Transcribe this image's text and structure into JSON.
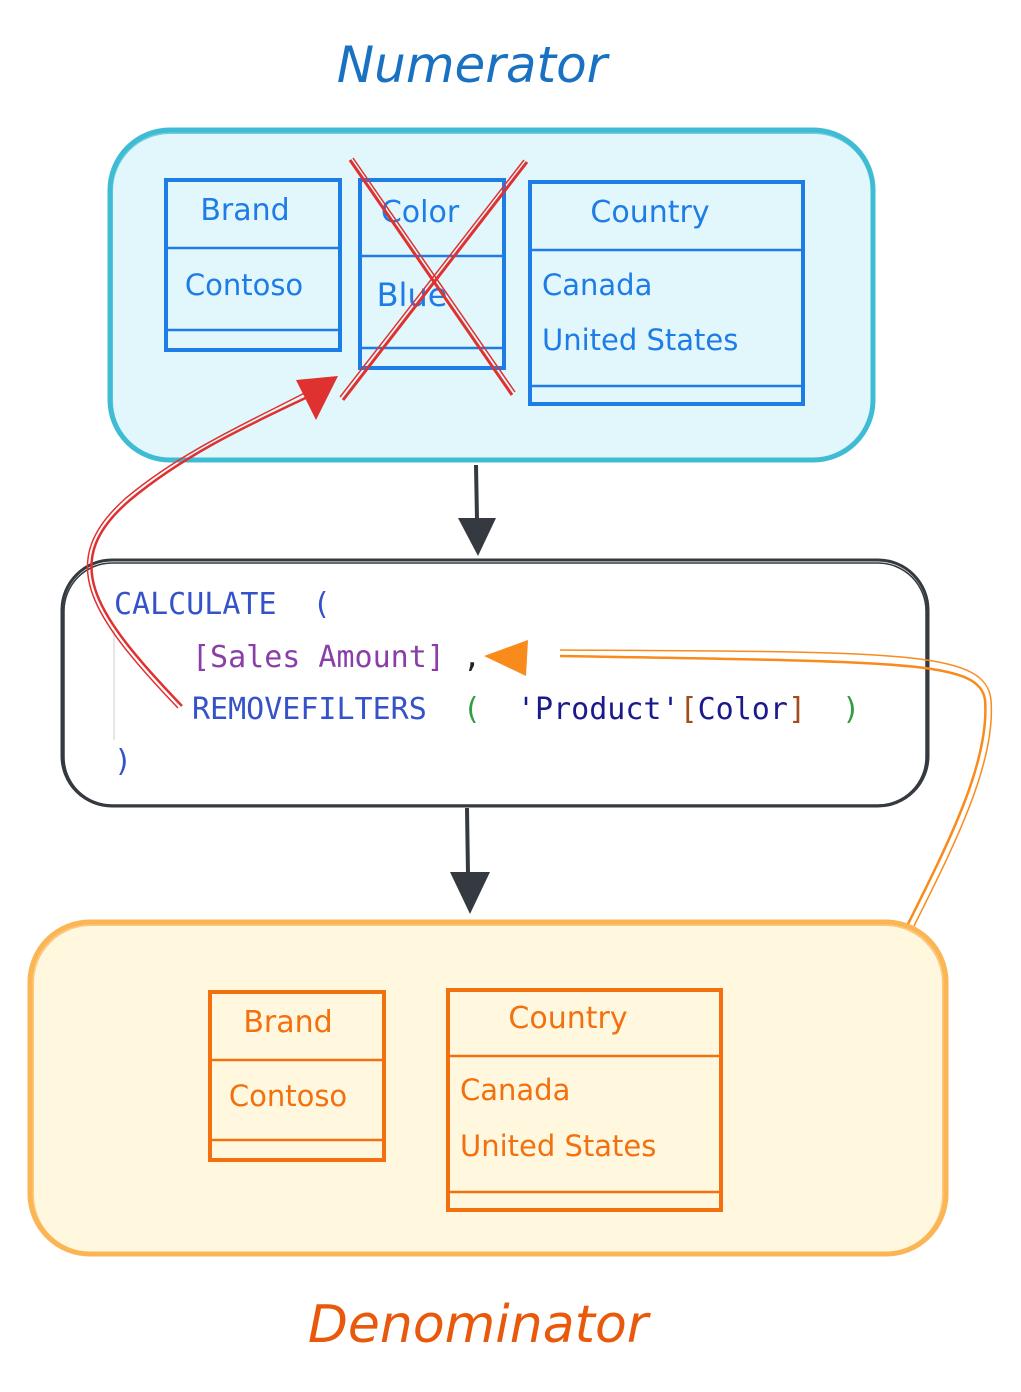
{
  "colors": {
    "numerator_stroke": "#3fbcd4",
    "numerator_fill": "#e1f7fb",
    "table_blue": "#1e7ce6",
    "title_blue": "#1971c2",
    "denominator_stroke": "#fbb555",
    "denominator_fill": "#fff8de",
    "table_orange": "#f2700f",
    "title_orange": "#e8590c",
    "code_border": "#343a40",
    "cross_red": "#e03131",
    "arrow_orange": "#f98a1c"
  },
  "numerator": {
    "title": "Numerator",
    "brand": {
      "header": "Brand",
      "values": [
        "Contoso"
      ]
    },
    "color": {
      "header": "Color",
      "values": [
        "Blue"
      ]
    },
    "country": {
      "header": "Country",
      "values": [
        "Canada",
        "United States"
      ]
    }
  },
  "code": {
    "line1_keyword": "CALCULATE",
    "line1_paren": "(",
    "line2_measure": "[Sales Amount]",
    "line2_comma": ",",
    "line3_function": "REMOVEFILTERS",
    "line3_open": "(",
    "line3_table": "'Product'",
    "line3_bracket_open": "[",
    "line3_column": "Color",
    "line3_bracket_close": "]",
    "line3_close": ")",
    "line4_paren": ")"
  },
  "denominator": {
    "title": "Denominator",
    "brand": {
      "header": "Brand",
      "values": [
        "Contoso"
      ]
    },
    "country": {
      "header": "Country",
      "values": [
        "Canada",
        "United States"
      ]
    }
  }
}
